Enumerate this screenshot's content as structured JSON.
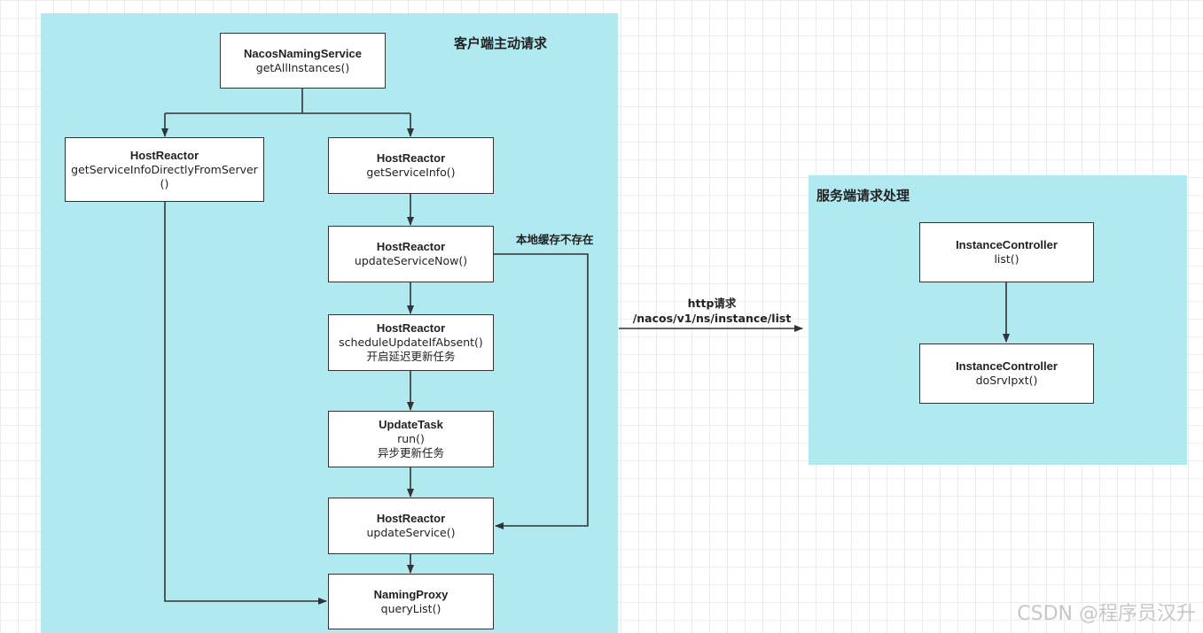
{
  "client_panel": {
    "title": "客户端主动请求"
  },
  "server_panel": {
    "title": "服务端请求处理"
  },
  "nodes": {
    "nacos_naming_service": {
      "class": "NacosNamingService",
      "method": "getAllInstances()"
    },
    "host_reactor_direct": {
      "class": "HostReactor",
      "method": "getServiceInfoDirectlyFromServer",
      "method2": "()"
    },
    "host_reactor_get": {
      "class": "HostReactor",
      "method": "getServiceInfo()"
    },
    "host_reactor_update_now": {
      "class": "HostReactor",
      "method": "updateServiceNow()"
    },
    "host_reactor_schedule": {
      "class": "HostReactor",
      "method": "scheduleUpdateIfAbsent()",
      "note": "开启延迟更新任务"
    },
    "update_task": {
      "class": "UpdateTask",
      "method": "run()",
      "note": "异步更新任务"
    },
    "host_reactor_update": {
      "class": "HostReactor",
      "method": "updateService()"
    },
    "naming_proxy": {
      "class": "NamingProxy",
      "method": "queryList()"
    },
    "instance_controller_list": {
      "class": "InstanceController",
      "method": "list()"
    },
    "instance_controller_do": {
      "class": "InstanceController",
      "method": "doSrvIpxt()"
    }
  },
  "edge_labels": {
    "cache_missing": "本地缓存不存在",
    "http_line1": "http请求",
    "http_line2": "/nacos/v1/ns/instance/list"
  },
  "watermark": "CSDN @程序员汉升",
  "colors": {
    "panel": "#b1e9f1",
    "line": "#333333",
    "node_border": "#333333"
  }
}
